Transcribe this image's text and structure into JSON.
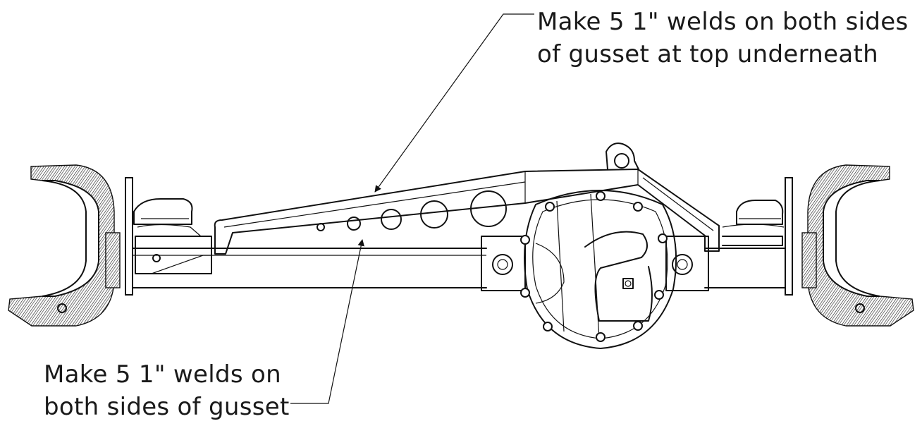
{
  "annotations": {
    "top_line1": "Make 5 1\" welds on both sides",
    "top_line2": "of gusset at top underneath",
    "bottom_line1": "Make 5 1\" welds on",
    "bottom_line2": "both sides of gusset"
  }
}
